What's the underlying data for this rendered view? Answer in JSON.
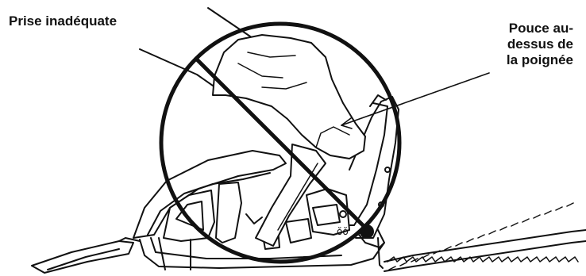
{
  "labels": {
    "incorrect_grip": "Prise inadéquate",
    "thumb_over_handle": "Pouce au-\ndessus de\nla poignée"
  },
  "colors": {
    "ink": "#111111",
    "background": "#ffffff"
  },
  "icons": [
    "prohibition-circle-icon",
    "chainsaw-illustration",
    "gloved-hand-illustration"
  ]
}
